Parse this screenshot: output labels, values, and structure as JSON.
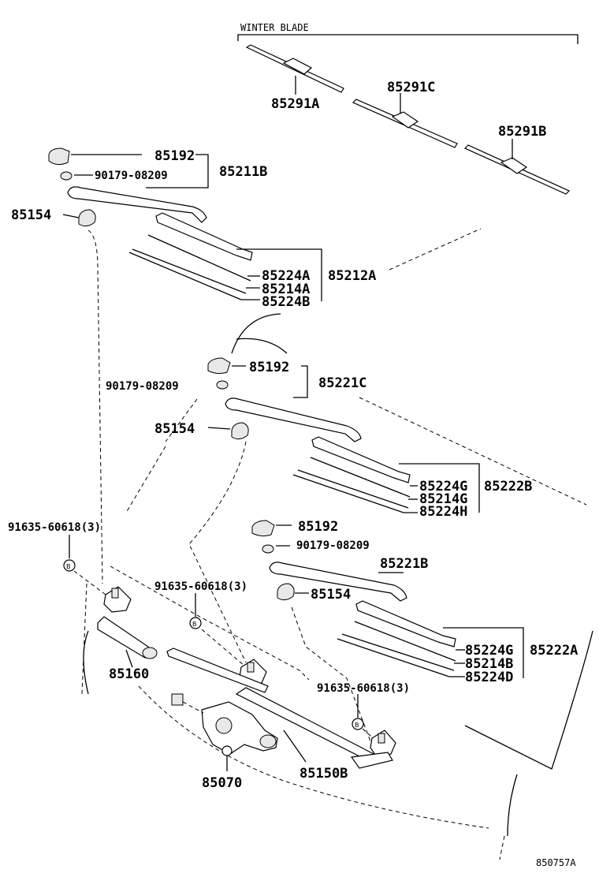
{
  "header": {
    "group_label": "WINTER BLADE"
  },
  "labels": {
    "p85291A": "85291A",
    "p85291C": "85291C",
    "p85291B": "85291B",
    "p85192_a": "85192",
    "p90179_a": "90179-08209",
    "p85211B": "85211B",
    "p85154_a": "85154",
    "p85224A": "85224A",
    "p85212A": "85212A",
    "p85214A": "85214A",
    "p85224B": "85224B",
    "p85192_b": "85192",
    "p90179_b": "90179-08209",
    "p85221C": "85221C",
    "p85154_b": "85154",
    "p85224G_a": "85224G",
    "p85222B": "85222B",
    "p85214G": "85214G",
    "p85224H": "85224H",
    "p85192_c": "85192",
    "p90179_c": "90179-08209",
    "p85221B": "85221B",
    "p85154_c": "85154",
    "p91635_a": "91635-60618(3)",
    "p91635_b": "91635-60618(3)",
    "p91635_c": "91635-60618(3)",
    "p85224G_b": "85224G",
    "p85222A": "85222A",
    "p85214B": "85214B",
    "p85224D": "85224D",
    "p85160": "85160",
    "p85070": "85070",
    "p85150B": "85150B"
  },
  "footer": {
    "figure_code": "850757A"
  }
}
